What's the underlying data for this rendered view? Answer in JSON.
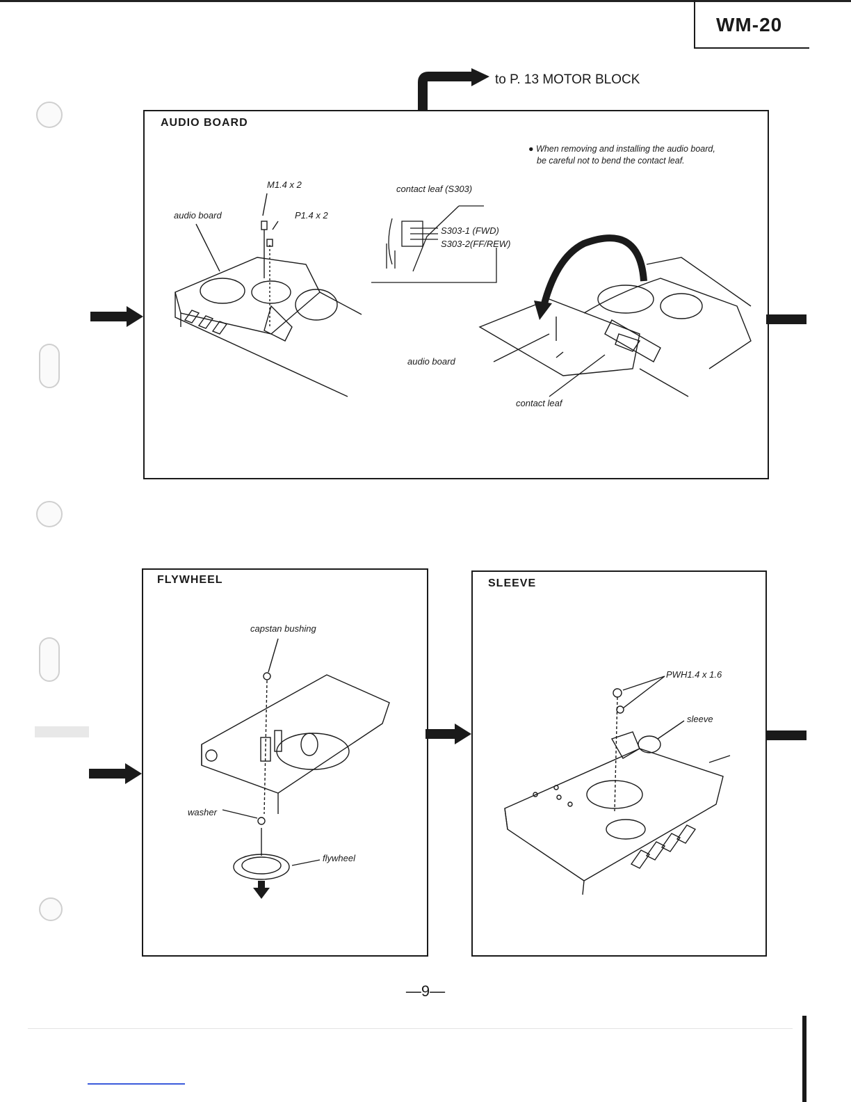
{
  "header": {
    "model": "WM-20",
    "top_reference": "to P. 13 MOTOR BLOCK"
  },
  "audio_board": {
    "title": "AUDIO BOARD",
    "note_line1": "When removing and installing the audio board,",
    "note_line2": "be careful not to bend the contact leaf.",
    "labels": {
      "screw_m": "M1.4 x 2",
      "screw_p": "P1.4 x 2",
      "audio_board_left": "audio board",
      "contact_leaf_s303": "contact leaf (S303)",
      "s303_1": "S303-1 (FWD)",
      "s303_2": "S303-2(FF/REW)",
      "audio_board_right": "audio board",
      "contact_leaf": "contact leaf"
    }
  },
  "flywheel": {
    "title": "FLYWHEEL",
    "labels": {
      "capstan_bushing": "capstan bushing",
      "washer": "washer",
      "flywheel": "flywheel"
    }
  },
  "sleeve": {
    "title": "SLEEVE",
    "labels": {
      "screw": "PWH1.4 x 1.6",
      "sleeve": "sleeve"
    }
  },
  "footer": {
    "page_number": "—9—"
  }
}
